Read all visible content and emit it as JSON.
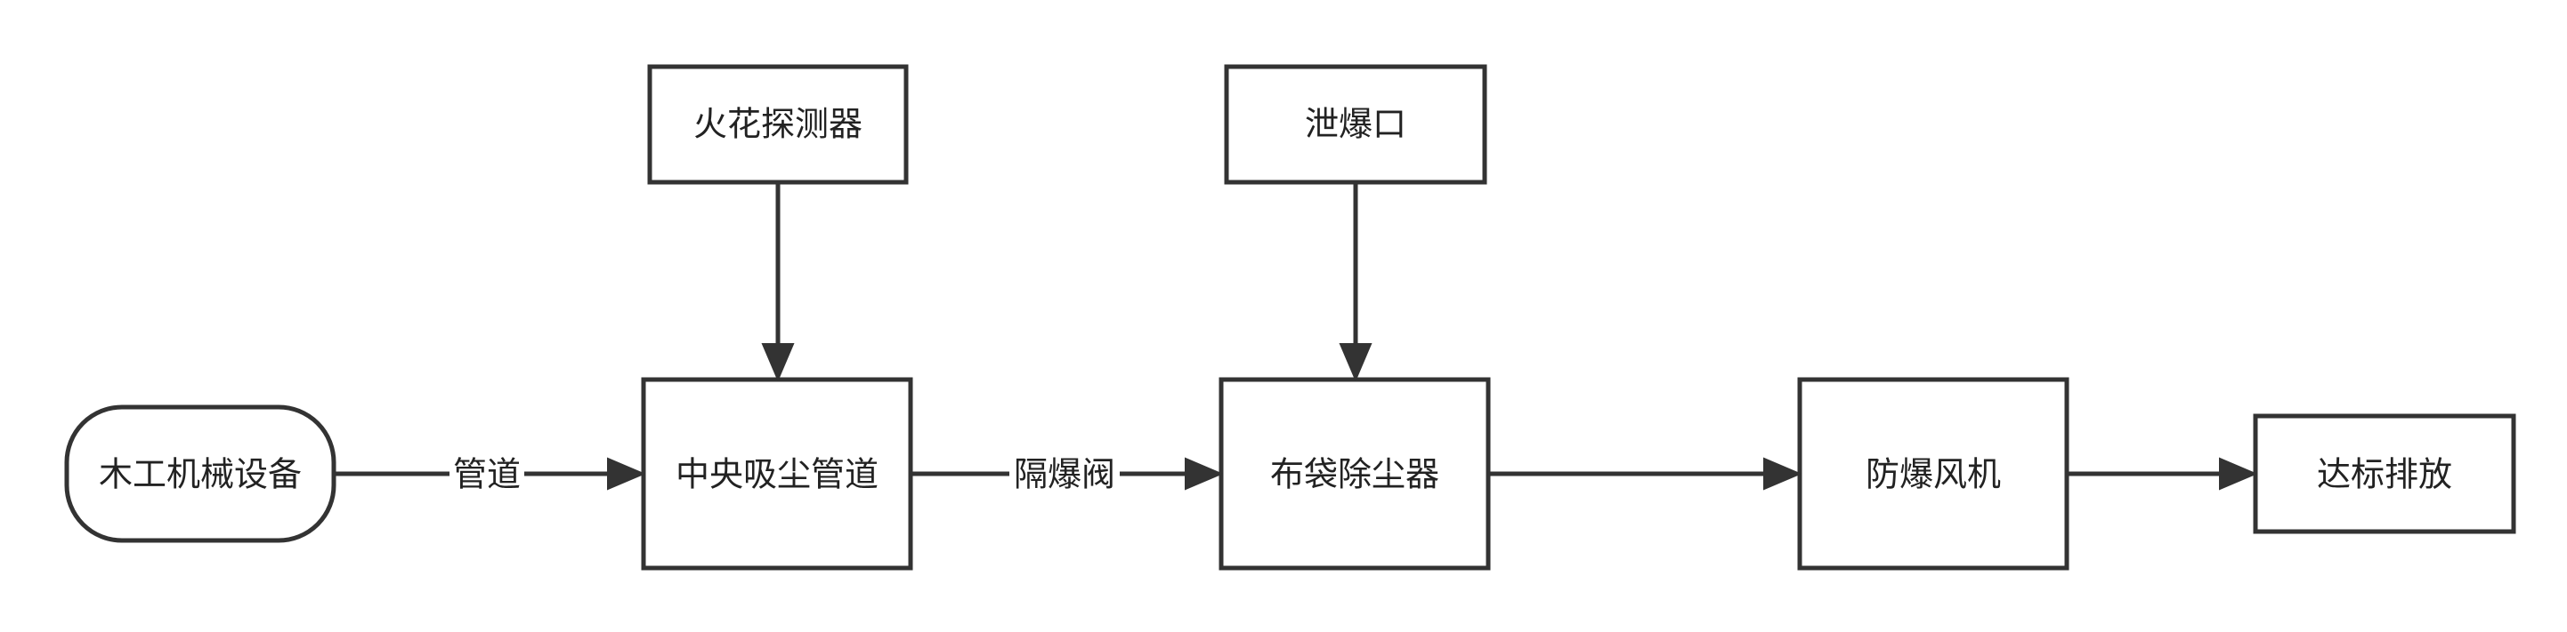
{
  "nodes": {
    "wood_machinery": "木工机械设备",
    "central_duct": "中央吸尘管道",
    "spark_detector": "火花探测器",
    "bag_filter": "布袋除尘器",
    "vent": "泄爆口",
    "explosion_proof_fan": "防爆风机",
    "compliant_discharge": "达标排放"
  },
  "edges": {
    "pipe_label": "管道",
    "isolation_valve_label": "隔爆阀"
  },
  "colors": {
    "stroke": "#333333",
    "text": "#222222",
    "background": "#ffffff"
  }
}
